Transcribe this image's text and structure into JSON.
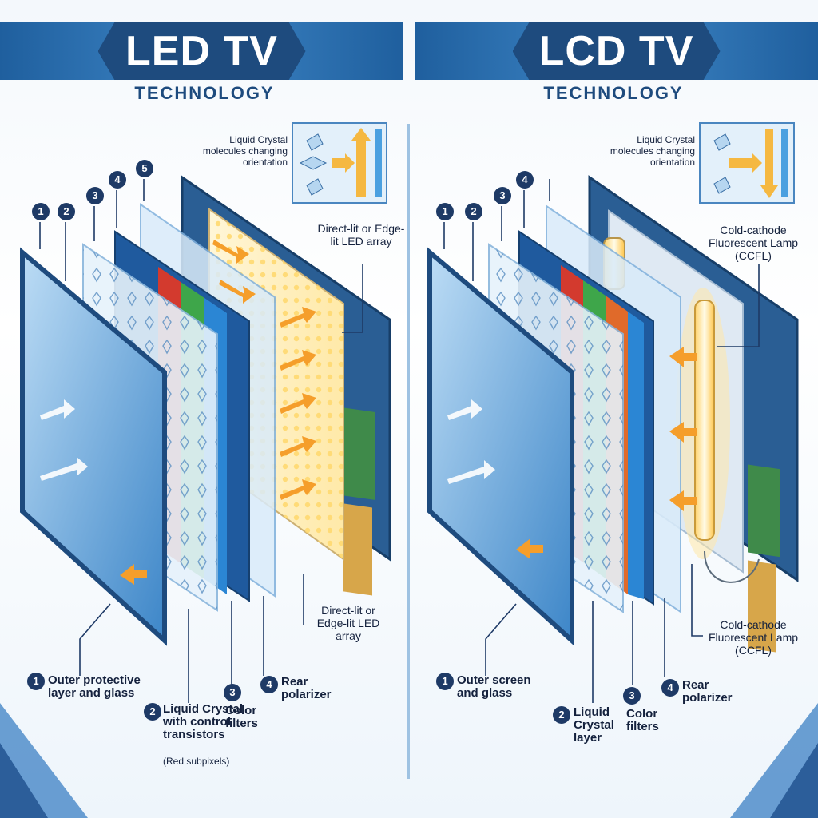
{
  "colors": {
    "banner": "#1e4b7e",
    "accent_left": "#4aa0e0",
    "accent_right": "#f0b040",
    "panel_blue": "#2b6cb0",
    "arrow_orange": "#f59e2b"
  },
  "left": {
    "title": "LED TV",
    "subtitle": "TECHNOLOGY",
    "inset_label": "Liquid Crystal molecules changing orientation",
    "backlight_label_top": "Direct-lit or Edge-lit LED array",
    "backlight_label_bottom": "Direct-lit or Edge-lit LED array",
    "top_numbers": [
      "1",
      "2",
      "3",
      "4",
      "5"
    ],
    "callouts": [
      {
        "num": "1",
        "text": "Outer protective layer and glass"
      },
      {
        "num": "2",
        "text": "Liquid Crystal with control transistors",
        "note": "(Red subpixels)"
      },
      {
        "num": "3",
        "text": "Color filters"
      },
      {
        "num": "4",
        "text": "Rear polarizer"
      }
    ]
  },
  "right": {
    "title": "LCD TV",
    "subtitle": "TECHNOLOGY",
    "inset_label": "Liquid Crystal molecules changing orientation",
    "lamp_label_top": "Cold-cathode Fluorescent Lamp (CCFL)",
    "lamp_label_bottom": "Cold-cathode Fluorescent Lamp (CCFL)",
    "top_numbers": [
      "1",
      "2",
      "3",
      "4"
    ],
    "callouts": [
      {
        "num": "1",
        "text": "Outer screen and glass"
      },
      {
        "num": "2",
        "text": "Liquid Crystal layer"
      },
      {
        "num": "3",
        "text": "Color filters"
      },
      {
        "num": "4",
        "text": "Rear polarizer"
      }
    ]
  }
}
